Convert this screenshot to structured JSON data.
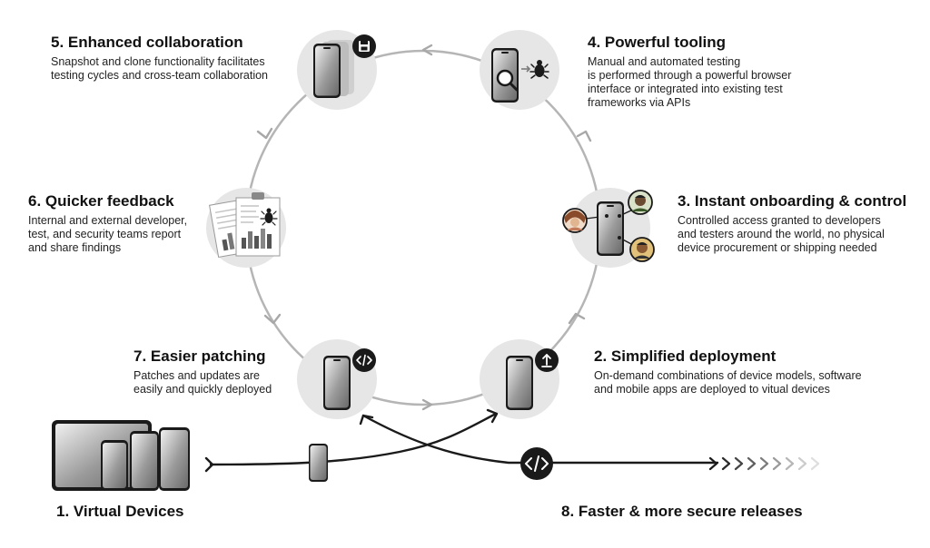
{
  "steps": [
    {
      "title": "1.  Virtual Devices",
      "icon": "virtual-devices-icon"
    },
    {
      "title": "2. Simplified deployment",
      "text": "On-demand combinations of device models, software\nand mobile apps are deployed to vitual devices",
      "icon": "upload-icon"
    },
    {
      "title": "3. Instant onboarding & control",
      "text": "Controlled access granted to developers\nand testers around the world, no physical\ndevice procurement or shipping needed",
      "icon": "team-avatars-icon"
    },
    {
      "title": "4. Powerful tooling",
      "text": "Manual and automated testing\nis performed through a powerful browser\ninterface or integrated into existing test\nframeworks via APIs",
      "icon": "bug-inspect-icon"
    },
    {
      "title": "5. Enhanced collaboration",
      "text": "Snapshot and clone functionality facilitates\ntesting cycles and cross-team collaboration",
      "icon": "save-icon"
    },
    {
      "title": "6. Quicker feedback",
      "text": "Internal and external developer,\ntest, and security teams report\nand share findings",
      "icon": "report-documents-icon"
    },
    {
      "title": "7. Easier patching",
      "text": "Patches and updates are\neasily and quickly deployed",
      "icon": "code-icon"
    },
    {
      "title": "8. Faster & more secure releases",
      "icon": "code-icon"
    }
  ],
  "colors": {
    "cycle_stroke": "#b5b5b5",
    "node_bg": "#e6e6e6",
    "ink": "#111111",
    "badge": "#1a1a1a"
  }
}
